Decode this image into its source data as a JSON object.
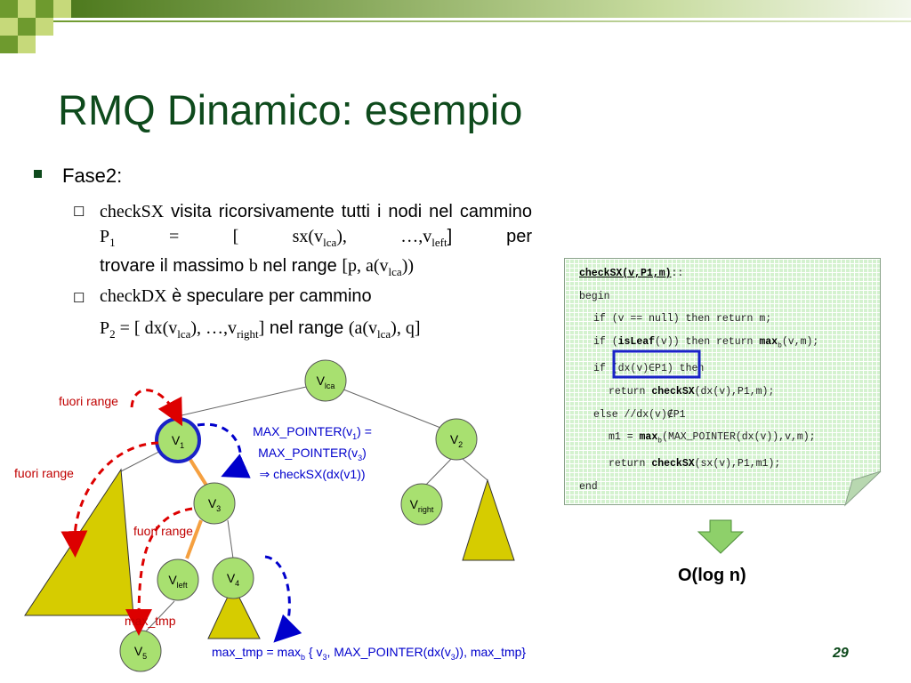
{
  "slide": {
    "title": "RMQ Dinamico: esempio",
    "page_number": "29",
    "colors": {
      "title": "#0e4a1c",
      "node_fill": "#a8e070",
      "triangle_fill": "#d6cc00",
      "annotation": "#c00000",
      "blue_text": "#0000cc"
    }
  },
  "bullets": {
    "b1_text": "Fase2:",
    "sub1_code": "checkSX",
    "sub1_a": " visita ricorsivamente tutti i nodi nel cammino ",
    "sub1_p": "P",
    "sub1_p_sub": "1",
    "sub1_b": " = [ sx(v",
    "sub1_lca": "lca",
    "sub1_c": "), …,v",
    "sub1_left": "left",
    "sub1_d": "] per",
    "sub1_line3_a": "trovare il massimo ",
    "sub1_line3_b": "b",
    "sub1_line3_c": " nel range ",
    "sub1_line3_d": "[p, a(v",
    "sub1_line3_lca": "lca",
    "sub1_line3_e": "))",
    "sub2_code": "checkDX",
    "sub2_text": " è speculare per cammino",
    "sub2_p": "P",
    "sub2_p_sub": "2",
    "sub2_a": " = [ dx(v",
    "sub2_lca": "lca",
    "sub2_b": "), …,v",
    "sub2_right": "right",
    "sub2_c": "]",
    "sub2_d": " nel range ",
    "sub2_e": "(a(v",
    "sub2_lca2": "lca",
    "sub2_f": "), q]"
  },
  "code": {
    "line1": "checkSX(v,P1,m)",
    "line1_end": "::",
    "line2": "begin",
    "line3": "if (v == null) then return m;",
    "line4_a": "if (",
    "line4_b": "isLeaf",
    "line4_c": "(v)) then return ",
    "line4_d": "max",
    "line4_sub": "b",
    "line4_e": "(v,m);",
    "line5_a": "if ",
    "line5_b": "(dx(v)∈P1)",
    "line5_c": " then",
    "line6_a": "return ",
    "line6_b": "checkSX",
    "line6_c": "(dx(v),P1,m);",
    "line7": "else //dx(v)∉P1",
    "line8_a": "m1 = ",
    "line8_b": "max",
    "line8_sub": "b",
    "line8_c": "(MAX_POINTER(dx(v)),v,m);",
    "line9_a": "return ",
    "line9_b": "checkSX",
    "line9_c": "(sx(v),P1,m1);",
    "line10": "end"
  },
  "complexity": "O(log n)",
  "tree": {
    "vlca": "V",
    "vlca_sub": "lca",
    "v1": "V",
    "v1_sub": "1",
    "v2": "V",
    "v2_sub": "2",
    "v3": "V",
    "v3_sub": "3",
    "v4": "V",
    "v4_sub": "4",
    "v5": "V",
    "v5_sub": "5",
    "vleft": "V",
    "vleft_sub": "left",
    "vright": "V",
    "vright_sub": "right"
  },
  "annotations": {
    "fuori1": "fuori range",
    "fuori2": "fuori range",
    "fuori3": "fuori range",
    "max_tmp": "max_tmp",
    "mp_line1_a": "MAX_POINTER(v",
    "mp_line1_sub": "1",
    "mp_line1_b": ") =",
    "mp_line2_a": "MAX_POINTER(v",
    "mp_line2_sub": "3",
    "mp_line2_b": ")",
    "mp_line3": "⇒ checkSX(dx(v1))",
    "bottom_a": "max_tmp = max",
    "bottom_sub_b": "b",
    "bottom_b": " { v",
    "bottom_sub_3a": "3",
    "bottom_c": ", MAX_POINTER(dx(v",
    "bottom_sub_3b": "3",
    "bottom_d": ")), max_tmp}"
  }
}
